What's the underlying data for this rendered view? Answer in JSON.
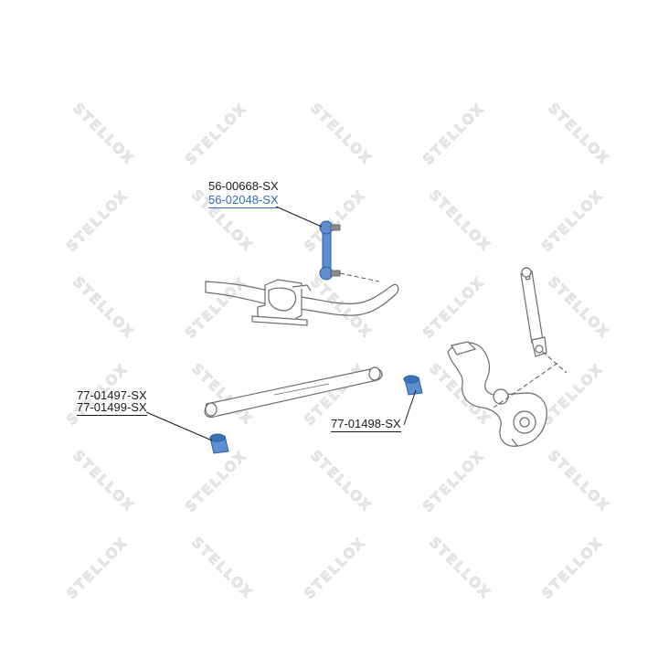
{
  "part_labels": {
    "link_top": "56-00668-SX",
    "link_bottom": "56-02048-SX",
    "left_bush_top": "77-01497-SX",
    "left_bush_bottom": "77-01499-SX",
    "right_bush": "77-01498-SX"
  },
  "watermark": {
    "text": "STELLOX"
  },
  "colors": {
    "outline": "#6b6b6b",
    "part_blue": "#5b8fd1",
    "part_blue_dark": "#2b5d9e",
    "highlight_label": "#2f6db5",
    "watermark": "#e8e8e8"
  }
}
